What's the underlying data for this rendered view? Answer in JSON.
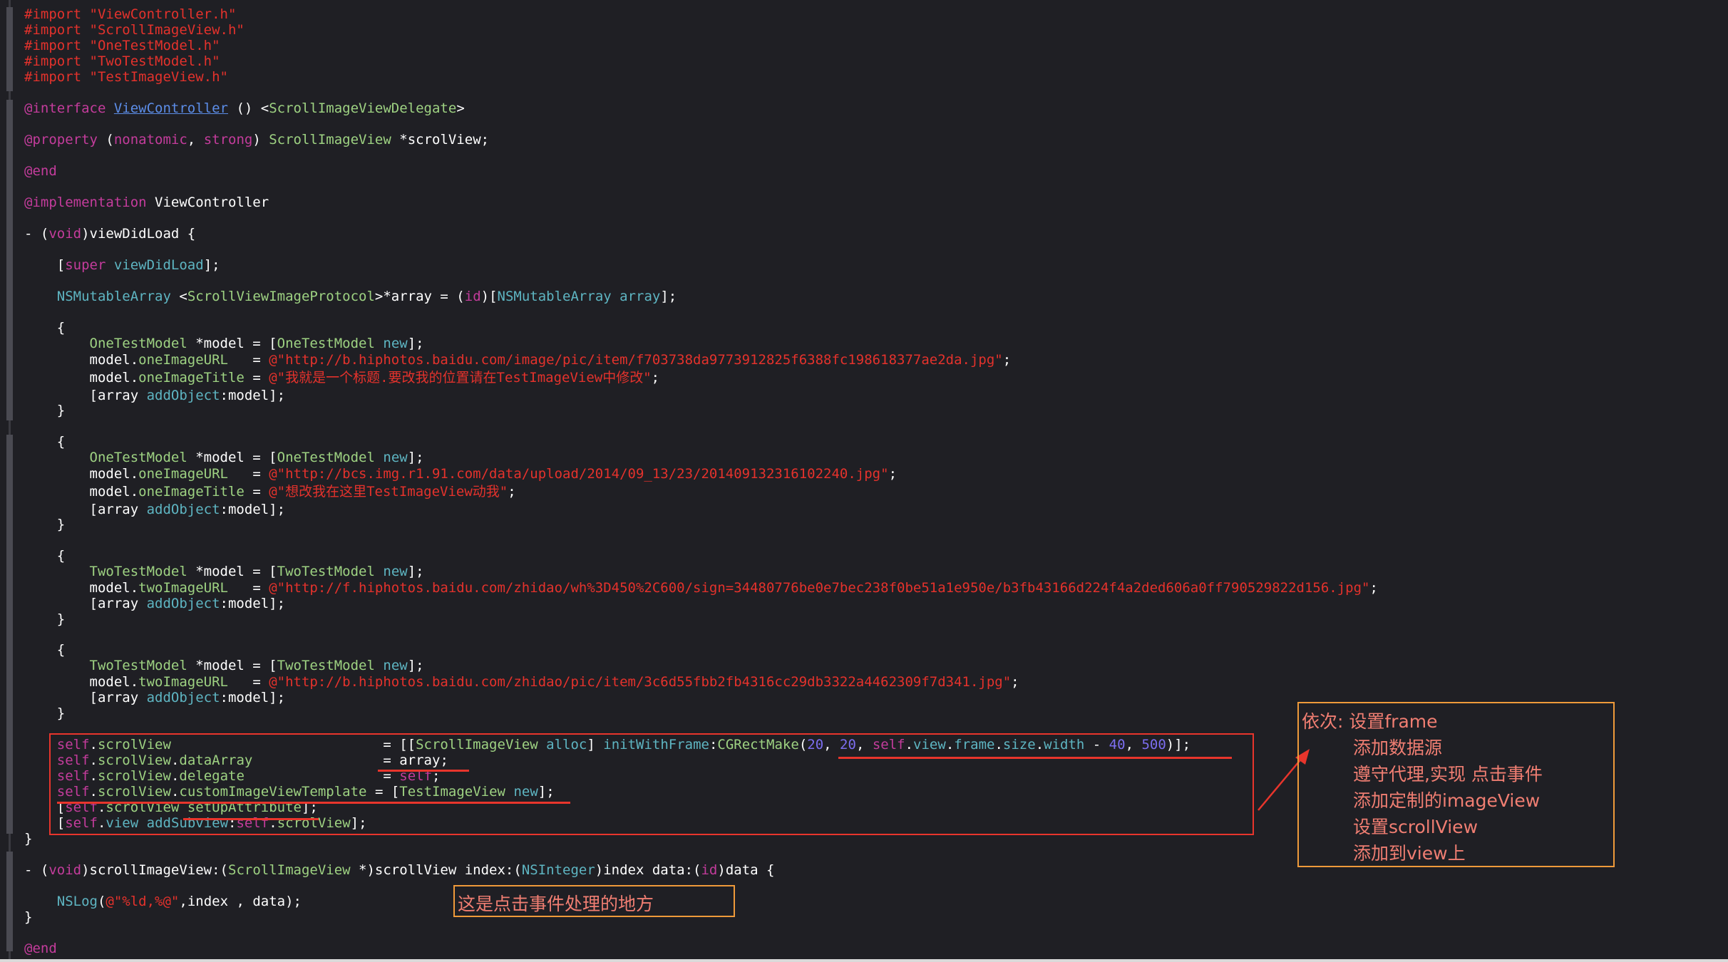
{
  "code_lines": [
    {
      "id": "l01",
      "parts": [
        {
          "t": "#import \"ViewController.h\"",
          "c": "str"
        }
      ]
    },
    {
      "id": "l02",
      "parts": [
        {
          "t": "#import \"ScrollImageView.h\"",
          "c": "str"
        }
      ]
    },
    {
      "id": "l03",
      "parts": [
        {
          "t": "#import \"OneTestModel.h\"",
          "c": "str"
        }
      ]
    },
    {
      "id": "l04",
      "parts": [
        {
          "t": "#import \"TwoTestModel.h\"",
          "c": "str"
        }
      ]
    },
    {
      "id": "l05",
      "parts": [
        {
          "t": "#import \"TestImageView.h\"",
          "c": "str"
        }
      ]
    },
    {
      "id": "l06",
      "parts": [
        {
          "t": "@interface ",
          "c": "kw"
        },
        {
          "t": "ViewController",
          "c": "lnk"
        },
        {
          "t": " () <"
        },
        {
          "t": "ScrollImageViewDelegate",
          "c": "cls"
        },
        {
          "t": ">"
        }
      ]
    },
    {
      "id": "l07",
      "parts": [
        {
          "t": "@property",
          "c": "kw"
        },
        {
          "t": " ("
        },
        {
          "t": "nonatomic",
          "c": "kw"
        },
        {
          "t": ", "
        },
        {
          "t": "strong",
          "c": "kw"
        },
        {
          "t": ") "
        },
        {
          "t": "ScrollImageView",
          "c": "cls"
        },
        {
          "t": " *scrolView;"
        }
      ]
    },
    {
      "id": "l08",
      "parts": [
        {
          "t": "@end",
          "c": "kw"
        }
      ]
    },
    {
      "id": "l09",
      "parts": [
        {
          "t": "@implementation",
          "c": "kw"
        },
        {
          "t": " ViewController"
        }
      ]
    },
    {
      "id": "l10",
      "parts": [
        {
          "t": "- ("
        },
        {
          "t": "void",
          "c": "kw"
        },
        {
          "t": ")viewDidLoad {"
        }
      ]
    },
    {
      "id": "l11",
      "parts": [
        {
          "t": "    ["
        },
        {
          "t": "super",
          "c": "kw"
        },
        {
          "t": " "
        },
        {
          "t": "viewDidLoad",
          "c": "typ"
        },
        {
          "t": "];"
        }
      ]
    },
    {
      "id": "l12",
      "parts": [
        {
          "t": "    "
        },
        {
          "t": "NSMutableArray",
          "c": "typ"
        },
        {
          "t": " <"
        },
        {
          "t": "ScrollViewImageProtocol",
          "c": "cls"
        },
        {
          "t": ">*array = ("
        },
        {
          "t": "id",
          "c": "kw"
        },
        {
          "t": ")["
        },
        {
          "t": "NSMutableArray",
          "c": "typ"
        },
        {
          "t": " "
        },
        {
          "t": "array",
          "c": "typ"
        },
        {
          "t": "];"
        }
      ]
    },
    {
      "id": "l13",
      "parts": [
        {
          "t": "    {"
        }
      ]
    },
    {
      "id": "l14",
      "parts": [
        {
          "t": "        "
        },
        {
          "t": "OneTestModel",
          "c": "cls"
        },
        {
          "t": " *model = ["
        },
        {
          "t": "OneTestModel",
          "c": "cls"
        },
        {
          "t": " "
        },
        {
          "t": "new",
          "c": "typ"
        },
        {
          "t": "];"
        }
      ]
    },
    {
      "id": "l15",
      "parts": [
        {
          "t": "        model."
        },
        {
          "t": "oneImageURL",
          "c": "cls"
        },
        {
          "t": "   = "
        },
        {
          "t": "@\"http://b.hiphotos.baidu.com/image/pic/item/f703738da9773912825f6388fc198618377ae2da.jpg\"",
          "c": "str"
        },
        {
          "t": ";"
        }
      ]
    },
    {
      "id": "l16",
      "parts": [
        {
          "t": "        model."
        },
        {
          "t": "oneImageTitle",
          "c": "cls"
        },
        {
          "t": " = "
        },
        {
          "t": "@\"我就是一个标题.要改我的位置请在TestImageView中修改\"",
          "c": "str"
        },
        {
          "t": ";"
        }
      ]
    },
    {
      "id": "l17",
      "parts": [
        {
          "t": "        [array "
        },
        {
          "t": "addObject",
          "c": "typ"
        },
        {
          "t": ":model];"
        }
      ]
    },
    {
      "id": "l18",
      "parts": [
        {
          "t": "    }"
        }
      ]
    },
    {
      "id": "l19",
      "parts": [
        {
          "t": "    {"
        }
      ]
    },
    {
      "id": "l20",
      "parts": [
        {
          "t": "        "
        },
        {
          "t": "OneTestModel",
          "c": "cls"
        },
        {
          "t": " *model = ["
        },
        {
          "t": "OneTestModel",
          "c": "cls"
        },
        {
          "t": " "
        },
        {
          "t": "new",
          "c": "typ"
        },
        {
          "t": "];"
        }
      ]
    },
    {
      "id": "l21",
      "parts": [
        {
          "t": "        model."
        },
        {
          "t": "oneImageURL",
          "c": "cls"
        },
        {
          "t": "   = "
        },
        {
          "t": "@\"http://bcs.img.r1.91.com/data/upload/2014/09_13/23/201409132316102240.jpg\"",
          "c": "str"
        },
        {
          "t": ";"
        }
      ]
    },
    {
      "id": "l22",
      "parts": [
        {
          "t": "        model."
        },
        {
          "t": "oneImageTitle",
          "c": "cls"
        },
        {
          "t": " = "
        },
        {
          "t": "@\"想改我在这里TestImageView动我\"",
          "c": "str"
        },
        {
          "t": ";"
        }
      ]
    },
    {
      "id": "l23",
      "parts": [
        {
          "t": "        [array "
        },
        {
          "t": "addObject",
          "c": "typ"
        },
        {
          "t": ":model];"
        }
      ]
    },
    {
      "id": "l24",
      "parts": [
        {
          "t": "    }"
        }
      ]
    },
    {
      "id": "l25",
      "parts": [
        {
          "t": "    {"
        }
      ]
    },
    {
      "id": "l26",
      "parts": [
        {
          "t": "        "
        },
        {
          "t": "TwoTestModel",
          "c": "cls"
        },
        {
          "t": " *model = ["
        },
        {
          "t": "TwoTestModel",
          "c": "cls"
        },
        {
          "t": " "
        },
        {
          "t": "new",
          "c": "typ"
        },
        {
          "t": "];"
        }
      ]
    },
    {
      "id": "l27",
      "parts": [
        {
          "t": "        model."
        },
        {
          "t": "twoImageURL",
          "c": "cls"
        },
        {
          "t": "   = "
        },
        {
          "t": "@\"http://f.hiphotos.baidu.com/zhidao/wh%3D450%2C600/sign=34480776be0e7bec238f0be51a1e950e/b3fb43166d224f4a2ded606a0ff790529822d156.jpg\"",
          "c": "str"
        },
        {
          "t": ";"
        }
      ]
    },
    {
      "id": "l28",
      "parts": [
        {
          "t": "        [array "
        },
        {
          "t": "addObject",
          "c": "typ"
        },
        {
          "t": ":model];"
        }
      ]
    },
    {
      "id": "l29",
      "parts": [
        {
          "t": "    }"
        }
      ]
    },
    {
      "id": "l30",
      "parts": [
        {
          "t": "    {"
        }
      ]
    },
    {
      "id": "l31",
      "parts": [
        {
          "t": "        "
        },
        {
          "t": "TwoTestModel",
          "c": "cls"
        },
        {
          "t": " *model = ["
        },
        {
          "t": "TwoTestModel",
          "c": "cls"
        },
        {
          "t": " "
        },
        {
          "t": "new",
          "c": "typ"
        },
        {
          "t": "];"
        }
      ]
    },
    {
      "id": "l32",
      "parts": [
        {
          "t": "        model."
        },
        {
          "t": "twoImageURL",
          "c": "cls"
        },
        {
          "t": "   = "
        },
        {
          "t": "@\"http://b.hiphotos.baidu.com/zhidao/pic/item/3c6d55fbb2fb4316cc29db3322a4462309f7d341.jpg\"",
          "c": "str"
        },
        {
          "t": ";"
        }
      ]
    },
    {
      "id": "l33",
      "parts": [
        {
          "t": "        [array "
        },
        {
          "t": "addObject",
          "c": "typ"
        },
        {
          "t": ":model];"
        }
      ]
    },
    {
      "id": "l34",
      "parts": [
        {
          "t": "    }"
        }
      ]
    },
    {
      "id": "l35",
      "parts": [
        {
          "t": "    "
        },
        {
          "t": "self",
          "c": "kw"
        },
        {
          "t": "."
        },
        {
          "t": "scrolView",
          "c": "cls"
        },
        {
          "t": "                          = [["
        },
        {
          "t": "ScrollImageView",
          "c": "cls"
        },
        {
          "t": " "
        },
        {
          "t": "alloc",
          "c": "typ"
        },
        {
          "t": "] "
        },
        {
          "t": "initWithFrame",
          "c": "typ"
        },
        {
          "t": ":"
        },
        {
          "t": "CGRectMake",
          "c": "cls"
        },
        {
          "t": "("
        },
        {
          "t": "20",
          "c": "num"
        },
        {
          "t": ", "
        },
        {
          "t": "20",
          "c": "num"
        },
        {
          "t": ", "
        },
        {
          "t": "self",
          "c": "kw"
        },
        {
          "t": "."
        },
        {
          "t": "view",
          "c": "typ"
        },
        {
          "t": "."
        },
        {
          "t": "frame",
          "c": "typ"
        },
        {
          "t": "."
        },
        {
          "t": "size",
          "c": "typ"
        },
        {
          "t": "."
        },
        {
          "t": "width",
          "c": "typ"
        },
        {
          "t": " - "
        },
        {
          "t": "40",
          "c": "num"
        },
        {
          "t": ", "
        },
        {
          "t": "500",
          "c": "num"
        },
        {
          "t": ")];"
        }
      ]
    },
    {
      "id": "l36",
      "parts": [
        {
          "t": "    "
        },
        {
          "t": "self",
          "c": "kw"
        },
        {
          "t": "."
        },
        {
          "t": "scrolView",
          "c": "cls"
        },
        {
          "t": "."
        },
        {
          "t": "dataArray",
          "c": "cls"
        },
        {
          "t": "                = array;"
        }
      ]
    },
    {
      "id": "l37",
      "parts": [
        {
          "t": "    "
        },
        {
          "t": "self",
          "c": "kw"
        },
        {
          "t": "."
        },
        {
          "t": "scrolView",
          "c": "cls"
        },
        {
          "t": "."
        },
        {
          "t": "delegate",
          "c": "cls"
        },
        {
          "t": "                 = "
        },
        {
          "t": "self",
          "c": "kw"
        },
        {
          "t": ";"
        }
      ]
    },
    {
      "id": "l38",
      "parts": [
        {
          "t": "    "
        },
        {
          "t": "self",
          "c": "kw"
        },
        {
          "t": "."
        },
        {
          "t": "scrolView",
          "c": "cls"
        },
        {
          "t": "."
        },
        {
          "t": "customImageViewTemplate",
          "c": "cls"
        },
        {
          "t": " = ["
        },
        {
          "t": "TestImageView",
          "c": "cls"
        },
        {
          "t": " "
        },
        {
          "t": "new",
          "c": "typ"
        },
        {
          "t": "];"
        }
      ]
    },
    {
      "id": "l39",
      "parts": [
        {
          "t": "    ["
        },
        {
          "t": "self",
          "c": "kw"
        },
        {
          "t": "."
        },
        {
          "t": "scrolView",
          "c": "cls"
        },
        {
          "t": " "
        },
        {
          "t": "setUpAttribute",
          "c": "cls"
        },
        {
          "t": "];"
        }
      ]
    },
    {
      "id": "l40",
      "parts": [
        {
          "t": "    ["
        },
        {
          "t": "self",
          "c": "kw"
        },
        {
          "t": "."
        },
        {
          "t": "view",
          "c": "typ"
        },
        {
          "t": " "
        },
        {
          "t": "addSubview",
          "c": "typ"
        },
        {
          "t": ":"
        },
        {
          "t": "self",
          "c": "kw"
        },
        {
          "t": "."
        },
        {
          "t": "scrolView",
          "c": "cls"
        },
        {
          "t": "];"
        }
      ]
    },
    {
      "id": "l41",
      "parts": [
        {
          "t": "}"
        }
      ]
    },
    {
      "id": "l42",
      "parts": [
        {
          "t": "- ("
        },
        {
          "t": "void",
          "c": "kw"
        },
        {
          "t": ")scrollImageView:("
        },
        {
          "t": "ScrollImageView",
          "c": "cls"
        },
        {
          "t": " *)scrollView index:("
        },
        {
          "t": "NSInteger",
          "c": "typ"
        },
        {
          "t": ")index data:("
        },
        {
          "t": "id",
          "c": "kw"
        },
        {
          "t": ")data {"
        }
      ]
    },
    {
      "id": "l43",
      "parts": [
        {
          "t": "    "
        },
        {
          "t": "NSLog",
          "c": "typ"
        },
        {
          "t": "("
        },
        {
          "t": "@\"%ld,%@\"",
          "c": "str"
        },
        {
          "t": ",index , data);"
        }
      ]
    },
    {
      "id": "l44",
      "parts": [
        {
          "t": "}"
        }
      ]
    },
    {
      "id": "l45",
      "parts": [
        {
          "t": "@end",
          "c": "kw"
        }
      ]
    }
  ],
  "annotation_steps": {
    "line1": "依次: 设置frame",
    "line2": "添加数据源",
    "line3": "遵守代理,实现 点击事件",
    "line4": "添加定制的imageView",
    "line5": "设置scrollView",
    "line6": "添加到view上"
  },
  "annotation_click": "这是点击事件处理的地方",
  "colors": {
    "background": "#1f1f24",
    "keyword": "#c43c9c",
    "string": "#e4322c",
    "method": "#5eb5c2",
    "class": "#9ed282",
    "number": "#7c6ef0",
    "annotation_red": "#e8352c",
    "annotation_orange": "#ef9a3a"
  }
}
